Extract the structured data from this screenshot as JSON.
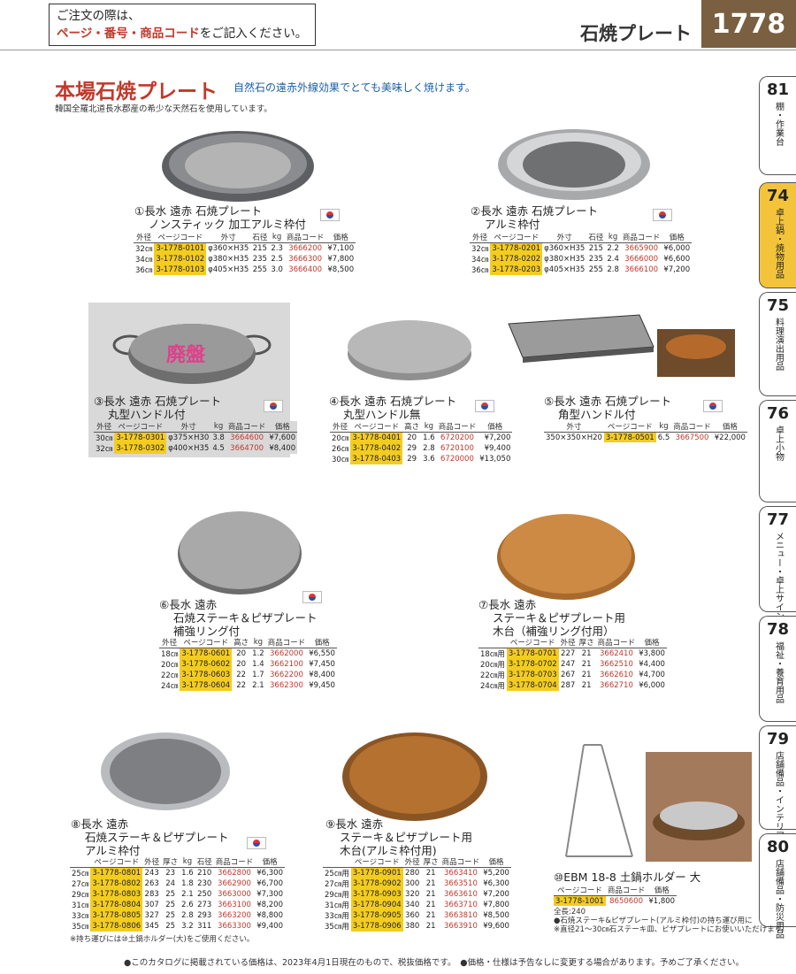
{
  "header": {
    "notice_line1": "ご注文の際は、",
    "notice_line2_red": "ページ・番号・商品コード",
    "notice_line2_black": "をご記入ください。",
    "category": "石焼プレート",
    "page": "1778"
  },
  "section": {
    "title": "本場石焼プレート",
    "subtitle": "自然石の遠赤外線効果でとても美味しく焼けます。",
    "note": "韓国全羅北道長水郡産の希少な天然石を使用しています。"
  },
  "tabs": [
    {
      "num": "81",
      "label": "棚・作業台"
    },
    {
      "num": "74",
      "label": "卓上鍋・焼物用品"
    },
    {
      "num": "75",
      "label": "料理演出用品"
    },
    {
      "num": "76",
      "label": "卓上小物"
    },
    {
      "num": "77",
      "label": "メニュー・卓上サイン"
    },
    {
      "num": "78",
      "label": "福祉・養育用品"
    },
    {
      "num": "79",
      "label": "店舗備品・インテリア"
    },
    {
      "num": "80",
      "label": "店舗備品・防災用品"
    }
  ],
  "products": {
    "p1": {
      "title1": "①長水 遠赤 石焼プレート",
      "title2": "ノンスティック 加工アルミ枠付",
      "headers": [
        "外径",
        "ページコード",
        "外寸",
        "石径",
        "kg",
        "商品コード",
        "価格"
      ],
      "rows": [
        [
          "32㎝",
          "3-1778-0101",
          "φ360×H35",
          "215",
          "2.3",
          "3666200",
          "¥7,100"
        ],
        [
          "34㎝",
          "3-1778-0102",
          "φ380×H35",
          "235",
          "2.5",
          "3666300",
          "¥7,800"
        ],
        [
          "36㎝",
          "3-1778-0103",
          "φ405×H35",
          "255",
          "3.0",
          "3666400",
          "¥8,500"
        ]
      ]
    },
    "p2": {
      "title1": "②長水 遠赤 石焼プレート",
      "title2": "アルミ枠付",
      "headers": [
        "外径",
        "ページコード",
        "外寸",
        "石径",
        "kg",
        "商品コード",
        "価格"
      ],
      "rows": [
        [
          "32㎝",
          "3-1778-0201",
          "φ360×H35",
          "215",
          "2.2",
          "3665900",
          "¥6,000"
        ],
        [
          "34㎝",
          "3-1778-0202",
          "φ380×H35",
          "235",
          "2.4",
          "3666000",
          "¥6,600"
        ],
        [
          "36㎝",
          "3-1778-0203",
          "φ405×H35",
          "255",
          "2.8",
          "3666100",
          "¥7,200"
        ]
      ]
    },
    "p3": {
      "title1": "③長水 遠赤 石焼プレート",
      "title2": "丸型ハンドル付",
      "badge": "廃盤",
      "headers": [
        "外径",
        "ページコード",
        "外寸",
        "kg",
        "商品コード",
        "価格"
      ],
      "rows": [
        [
          "30㎝",
          "3-1778-0301",
          "φ375×H30",
          "3.8",
          "3664600",
          "¥7,600"
        ],
        [
          "32㎝",
          "3-1778-0302",
          "φ400×H35",
          "4.5",
          "3664700",
          "¥8,400"
        ]
      ]
    },
    "p4": {
      "title1": "④長水 遠赤 石焼プレート",
      "title2": "丸型ハンドル無",
      "headers": [
        "外径",
        "ページコード",
        "高さ",
        "kg",
        "商品コード",
        "価格"
      ],
      "rows": [
        [
          "20㎝",
          "3-1778-0401",
          "20",
          "1.6",
          "6720200",
          "¥7,200"
        ],
        [
          "26㎝",
          "3-1778-0402",
          "29",
          "2.8",
          "6720100",
          "¥9,400"
        ],
        [
          "30㎝",
          "3-1778-0403",
          "29",
          "3.6",
          "6720000",
          "¥13,050"
        ]
      ]
    },
    "p5": {
      "title1": "⑤長水 遠赤 石焼プレート",
      "title2": "角型ハンドル付",
      "headers": [
        "外寸",
        "ページコード",
        "kg",
        "商品コード",
        "価格"
      ],
      "rows": [
        [
          "350×350×H20",
          "3-1778-0501",
          "6.5",
          "3667500",
          "¥22,000"
        ]
      ]
    },
    "p6": {
      "title1": "⑥長水 遠赤",
      "title2": "石焼ステーキ＆ピザプレート",
      "title3": "補強リング付",
      "headers": [
        "外径",
        "ページコード",
        "高さ",
        "kg",
        "商品コード",
        "価格"
      ],
      "rows": [
        [
          "18㎝",
          "3-1778-0601",
          "20",
          "1.2",
          "3662000",
          "¥6,550"
        ],
        [
          "20㎝",
          "3-1778-0602",
          "20",
          "1.4",
          "3662100",
          "¥7,450"
        ],
        [
          "22㎝",
          "3-1778-0603",
          "22",
          "1.7",
          "3662200",
          "¥8,400"
        ],
        [
          "24㎝",
          "3-1778-0604",
          "22",
          "2.1",
          "3662300",
          "¥9,450"
        ]
      ]
    },
    "p7": {
      "title1": "⑦長水 遠赤",
      "title2": "ステーキ＆ピザプレート用",
      "title3": "木台（補強リング付用）",
      "headers": [
        "",
        "ページコード",
        "外径",
        "厚さ",
        "商品コード",
        "価格"
      ],
      "rows": [
        [
          "18㎝用",
          "3-1778-0701",
          "227",
          "21",
          "3662410",
          "¥3,800"
        ],
        [
          "20㎝用",
          "3-1778-0702",
          "247",
          "21",
          "3662510",
          "¥4,400"
        ],
        [
          "22㎝用",
          "3-1778-0703",
          "267",
          "21",
          "3662610",
          "¥4,700"
        ],
        [
          "24㎝用",
          "3-1778-0704",
          "287",
          "21",
          "3662710",
          "¥6,000"
        ]
      ]
    },
    "p8": {
      "title1": "⑧長水 遠赤",
      "title2": "石焼ステーキ＆ピザプレート",
      "title3": "アルミ枠付",
      "headers": [
        "",
        "ページコード",
        "外径",
        "厚さ",
        "kg",
        "石径",
        "商品コード",
        "価格"
      ],
      "rows": [
        [
          "25㎝",
          "3-1778-0801",
          "243",
          "23",
          "1.6",
          "210",
          "3662800",
          "¥6,300"
        ],
        [
          "27㎝",
          "3-1778-0802",
          "263",
          "24",
          "1.8",
          "230",
          "3662900",
          "¥6,700"
        ],
        [
          "29㎝",
          "3-1778-0803",
          "283",
          "25",
          "2.1",
          "250",
          "3663000",
          "¥7,300"
        ],
        [
          "31㎝",
          "3-1778-0804",
          "307",
          "25",
          "2.6",
          "273",
          "3663100",
          "¥8,200"
        ],
        [
          "33㎝",
          "3-1778-0805",
          "327",
          "25",
          "2.8",
          "293",
          "3663200",
          "¥8,800"
        ],
        [
          "35㎝",
          "3-1778-0806",
          "345",
          "25",
          "3.2",
          "311",
          "3663300",
          "¥9,400"
        ]
      ],
      "footnote": "※持ち運びには⑩土鍋ホルダー(大)をご使用ください。"
    },
    "p9": {
      "title1": "⑨長水 遠赤",
      "title2": "ステーキ＆ピザプレート用",
      "title3": "木台(アルミ枠付用)",
      "headers": [
        "",
        "ページコード",
        "外径",
        "厚さ",
        "商品コード",
        "価格"
      ],
      "rows": [
        [
          "25㎝用",
          "3-1778-0901",
          "280",
          "21",
          "3663410",
          "¥5,200"
        ],
        [
          "27㎝用",
          "3-1778-0902",
          "300",
          "21",
          "3663510",
          "¥6,300"
        ],
        [
          "29㎝用",
          "3-1778-0903",
          "320",
          "21",
          "3663610",
          "¥7,200"
        ],
        [
          "31㎝用",
          "3-1778-0904",
          "340",
          "21",
          "3663710",
          "¥7,800"
        ],
        [
          "33㎝用",
          "3-1778-0905",
          "360",
          "21",
          "3663810",
          "¥8,500"
        ],
        [
          "35㎝用",
          "3-1778-0906",
          "380",
          "21",
          "3663910",
          "¥9,600"
        ]
      ]
    },
    "p10": {
      "title1": "⑩EBM 18-8 土鍋ホルダー 大",
      "headers": [
        "ページコード",
        "商品コード",
        "価格"
      ],
      "rows": [
        [
          "3-1778-1001",
          "8650600",
          "¥1,800"
        ]
      ],
      "note1": "全長:240",
      "note2": "●石焼ステーキ&ピザプレート(アルミ枠付)の持ち運び用に",
      "note3": "※直径21〜30㎝石ステーキ皿、ピザプレートにお使いいただけます。"
    }
  },
  "footer": "●このカタログに掲載されている価格は、2023年4月1日現在のもので、税抜価格です。　●価格・仕様は予告なしに変更する場合があります。予めご了承ください。"
}
